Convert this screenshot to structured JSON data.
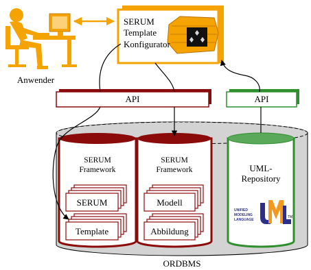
{
  "user": {
    "label": "Anwender"
  },
  "configurator": {
    "lines": [
      "SERUM",
      "Template",
      "Konfigurator"
    ]
  },
  "api_left": {
    "label": "API"
  },
  "api_right": {
    "label": "API"
  },
  "framework_left": {
    "title_lines": [
      "SERUM",
      "Framework"
    ],
    "stacks": [
      "SERUM",
      "Template"
    ]
  },
  "framework_mid": {
    "title_lines": [
      "SERUM",
      "Framework"
    ],
    "stacks": [
      "Modell",
      "Abbildung"
    ]
  },
  "uml_repo": {
    "title_lines": [
      "UML-",
      "Repository"
    ],
    "logo_text_lines": [
      "UNIFIED",
      "MODELING",
      "LANGUAGE"
    ],
    "logo_letters": "UML",
    "trademark": "TM"
  },
  "database": {
    "label": "ORDBMS"
  },
  "colors": {
    "orange": "#f5a300",
    "dark_red": "#8b0a0a",
    "green": "#2f8f2f",
    "gray": "#d3d3d3",
    "logo_blue": "#2b2f8a",
    "logo_orange": "#f39a1e"
  }
}
